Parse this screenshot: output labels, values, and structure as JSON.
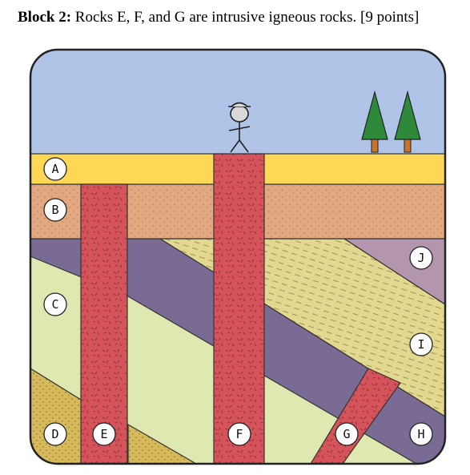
{
  "heading": {
    "prefix": "Block 2:",
    "text": "Rocks E, F, and G are intrusive igneous rocks. [9 points]"
  },
  "layers": [
    {
      "id": "A",
      "color": "#fdd755"
    },
    {
      "id": "B",
      "color": "#e2a87f"
    },
    {
      "id": "C",
      "color": "#dfe8b0"
    },
    {
      "id": "D",
      "color": "#d7ba5c"
    },
    {
      "id": "E",
      "color": "#d5535a"
    },
    {
      "id": "F",
      "color": "#d5535a"
    },
    {
      "id": "G",
      "color": "#d5535a"
    },
    {
      "id": "H",
      "color": "#7a6b95"
    },
    {
      "id": "I",
      "color": "#e3d88f"
    },
    {
      "id": "J",
      "color": "#b396ad"
    }
  ],
  "sky_color": "#afc4e7"
}
